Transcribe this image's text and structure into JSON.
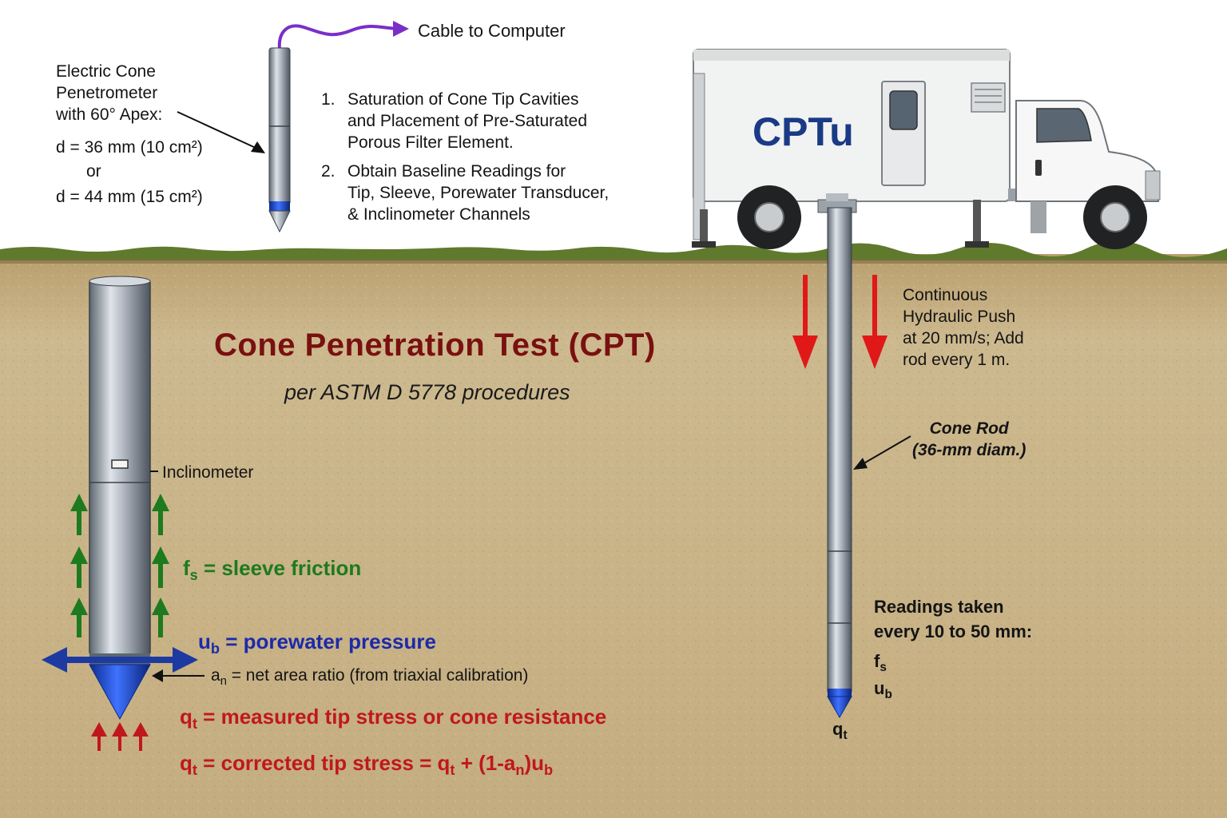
{
  "title": "Cone Penetration Test (CPT)",
  "subtitle": "per ASTM D 5778 procedures",
  "cable_label": "Cable to Computer",
  "probe_description": {
    "lines": [
      "Electric Cone",
      "Penetrometer",
      "with 60° Apex:"
    ],
    "dim1": "d = 36 mm (10 cm²)",
    "or": "or",
    "dim2": "d = 44 mm (15 cm²)"
  },
  "steps": [
    {
      "num": "1.",
      "lines": [
        "Saturation of Cone Tip Cavities",
        "and Placement of Pre-Saturated",
        "Porous Filter Element."
      ]
    },
    {
      "num": "2.",
      "lines": [
        "Obtain Baseline Readings for",
        "Tip, Sleeve, Porewater Transducer,",
        "& Inclinometer Channels"
      ]
    }
  ],
  "truck_label": "CPTu",
  "push_note": [
    "Continuous",
    "Hydraulic Push",
    "at 20 mm/s; Add",
    "rod every 1 m."
  ],
  "rod_note": [
    "Cone Rod",
    "(36-mm diam.)"
  ],
  "readings": {
    "header": [
      "Readings taken",
      "every 10 to 50 mm:"
    ],
    "fs": {
      "base": "f",
      "sub": "s"
    },
    "ub": {
      "base": "u",
      "sub": "b"
    },
    "qt": {
      "base": "q",
      "sub": "t"
    }
  },
  "inclinometer_label": "Inclinometer",
  "definitions": {
    "fs": {
      "base": "f",
      "sub": "s",
      "text": " = sleeve friction"
    },
    "ub": {
      "base": "u",
      "sub": "b",
      "text": " = porewater pressure"
    },
    "an": {
      "base": "a",
      "sub": "n",
      "text": " = net area ratio (from triaxial calibration)"
    },
    "qt_measured": {
      "base": "q",
      "sub": "t",
      "text": " = measured tip stress or cone resistance"
    },
    "qt_corrected": {
      "base": "q",
      "sub": "t",
      "text1": " = corrected tip stress = q",
      "sub2": "t",
      "text2": " + (1-a",
      "sub3": "n",
      "text3": ")u",
      "sub4": "b"
    }
  },
  "colors": {
    "soil": "#c9b48b",
    "grass": "#5f7a2c",
    "title": "#7a1010",
    "push_arrow": "#e01818",
    "friction_arrow": "#1e7a1e",
    "pore_arrow": "#1d3aa0",
    "tip_arrow": "#c0181a",
    "cable": "#7a2fc8",
    "cone_tip": "#1b46d6",
    "truck_text": "#1a3a86"
  }
}
